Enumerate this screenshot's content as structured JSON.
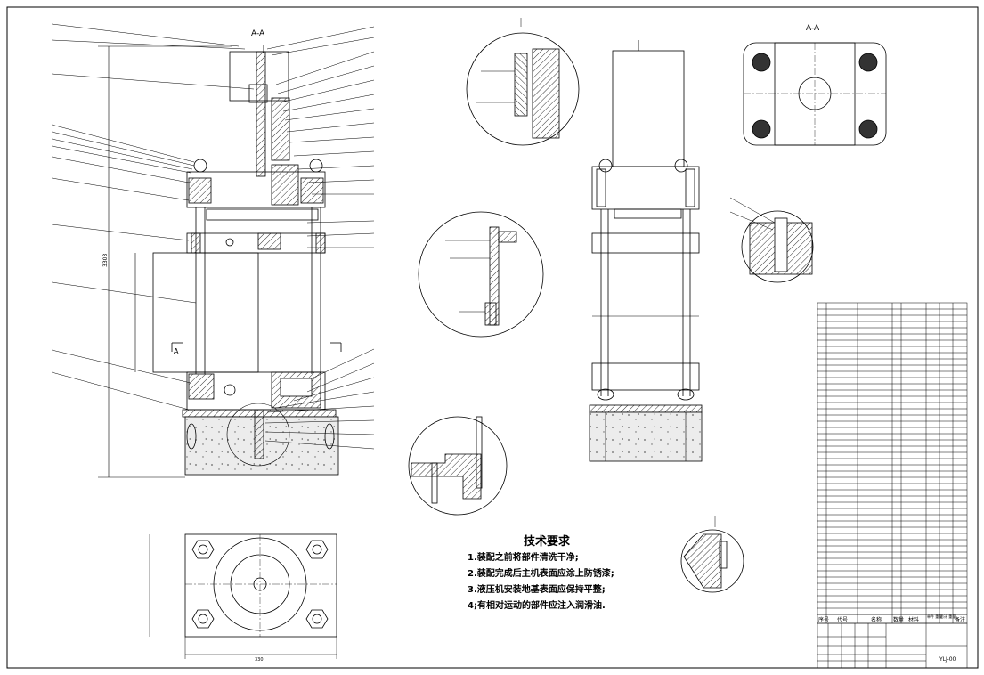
{
  "section_labels": {
    "main": "A-A",
    "top_right": "A-A",
    "section_marker": "A"
  },
  "dimensions": {
    "overall_height": "3303",
    "bottom_width": "330"
  },
  "technical_requirements": {
    "title": "技术要求",
    "items": [
      "1.装配之前将部件清洗干净;",
      "2.装配完成后主机表面应涂上防锈漆;",
      "3.液压机安装地基表面应保持平整;",
      "4;有相对运动的部件应注入润滑油."
    ]
  },
  "parts_table": {
    "header": [
      "序号",
      "代号",
      "名称",
      "数量",
      "材料",
      "单件 重量",
      "总计 重量",
      "备注"
    ]
  },
  "title_block": {
    "drawing_number": "YLJ-00"
  },
  "colors": {
    "line": "#000000",
    "hatch": "#333333",
    "concrete": "#e8e8e8"
  }
}
